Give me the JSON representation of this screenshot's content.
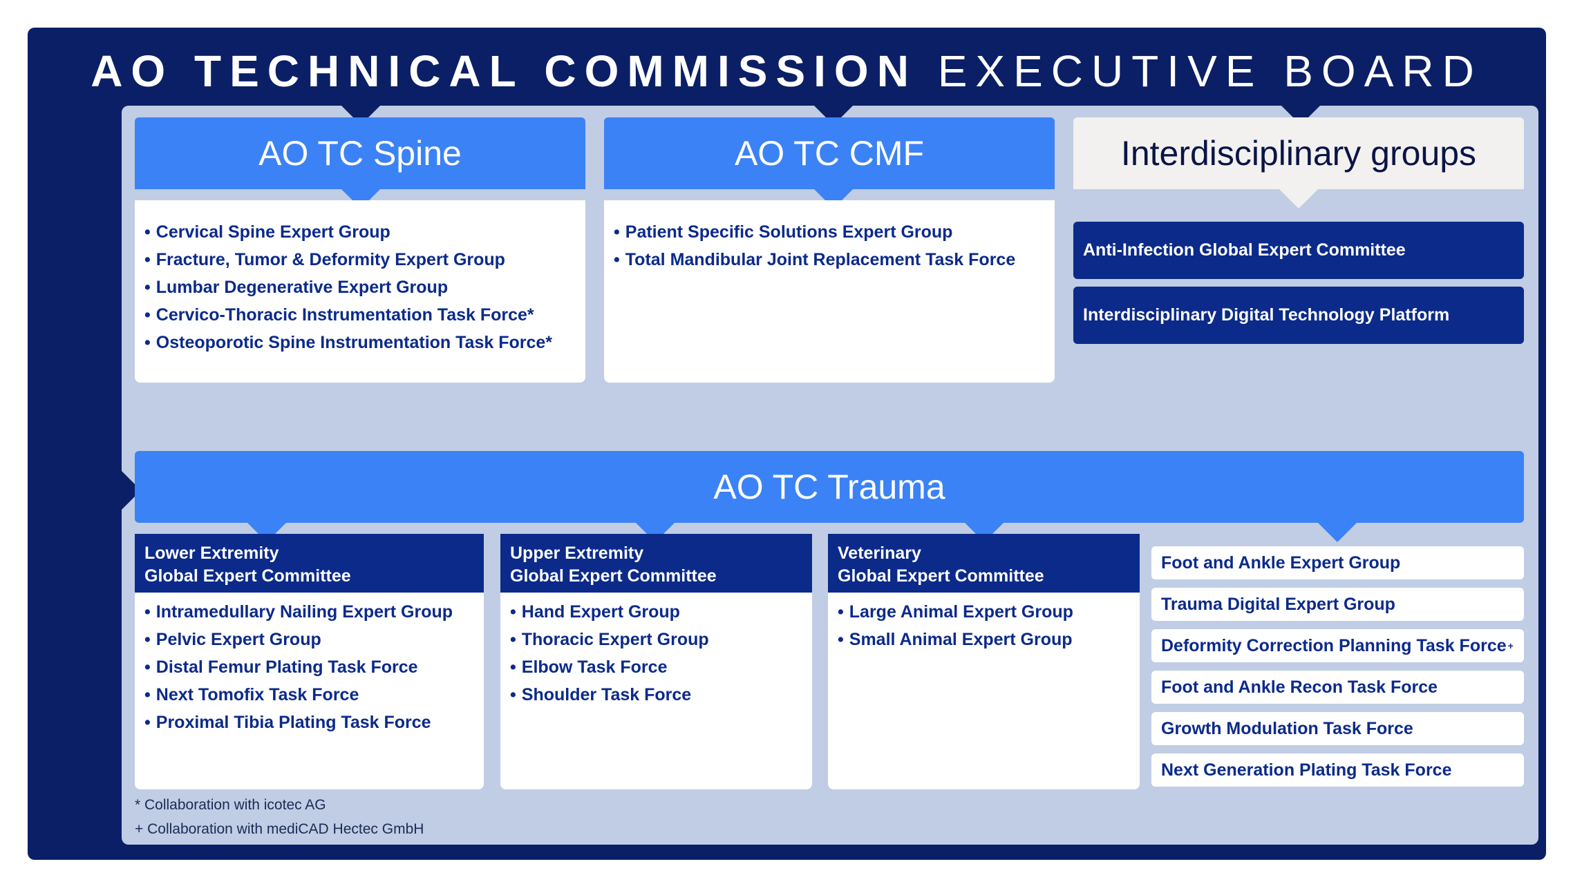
{
  "title": {
    "bold": "AO TECHNICAL COMMISSION",
    "light": "EXECUTIVE BOARD"
  },
  "spine": {
    "header": "AO TC Spine",
    "items": [
      "Cervical Spine Expert Group",
      "Fracture, Tumor & Deformity Expert Group",
      "Lumbar Degenerative Expert Group",
      "Cervico-Thoracic Instrumentation Task Force*",
      "Osteoporotic Spine Instrumentation Task Force*"
    ]
  },
  "cmf": {
    "header": "AO TC CMF",
    "items": [
      "Patient Specific Solutions Expert Group",
      "Total Mandibular Joint Replacement Task Force"
    ]
  },
  "interdisciplinary": {
    "header": "Interdisciplinary groups",
    "items": [
      "Anti-Infection Global Expert Committee",
      "Interdisciplinary Digital Technology Platform"
    ]
  },
  "trauma": {
    "header": "AO TC Trauma",
    "committees": [
      {
        "line1": "Lower Extremity",
        "line2": "Global Expert Committee",
        "items": [
          "Intramedullary Nailing Expert Group",
          "Pelvic Expert Group",
          "Distal Femur Plating Task Force",
          "Next Tomofix Task Force",
          "Proximal Tibia Plating Task Force"
        ]
      },
      {
        "line1": "Upper Extremity",
        "line2": "Global Expert Committee",
        "items": [
          "Hand Expert Group",
          "Thoracic Expert Group",
          "Elbow Task Force",
          "Shoulder Task Force"
        ]
      },
      {
        "line1": "Veterinary",
        "line2": "Global Expert Committee",
        "items": [
          "Large Animal Expert Group",
          "Small Animal Expert Group"
        ]
      }
    ],
    "groups": [
      "Foot and Ankle Expert Group",
      "Trauma Digital Expert Group",
      "Deformity Correction Planning Task Force",
      "Foot and Ankle Recon Task Force",
      "Growth Modulation Task Force",
      "Next Generation Plating Task Force"
    ],
    "plus_mark": "+"
  },
  "footnotes": {
    "star": "* Collaboration with icotec AG",
    "plus": "+ Collaboration with mediCAD Hectec GmbH"
  },
  "colors": {
    "navy": "#0b1f66",
    "panel": "#c0cde4",
    "blue_header": "#3b82f6",
    "dark_blue": "#0b2a8a",
    "gray_header": "#f2f1ef"
  }
}
